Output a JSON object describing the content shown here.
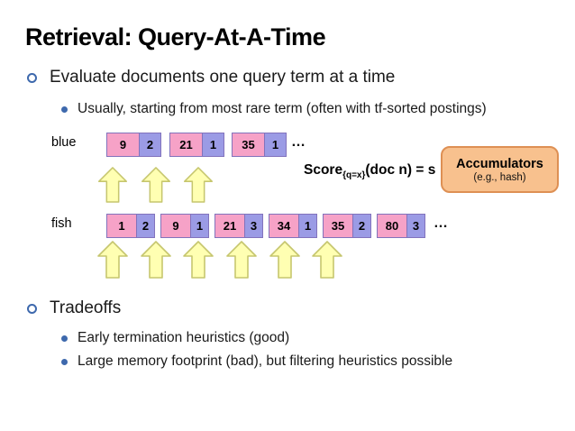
{
  "slide": {
    "title": "Retrieval: Query-At-A-Time",
    "bullets": {
      "evaluate": "Evaluate documents one query term at a time",
      "usually": "Usually, starting from most rare term (often with tf-sorted postings)",
      "tradeoffs": "Tradeoffs",
      "early": "Early termination heuristics (good)",
      "large": "Large memory footprint (bad), but filtering heuristics possible"
    }
  },
  "diagram": {
    "score_label": {
      "prefix": "Score",
      "subscript": "{q=x}",
      "suffix": "(doc n) = s"
    },
    "accumulators": {
      "title": "Accumulators",
      "subtitle": "(e.g., hash)"
    },
    "rows": [
      {
        "term": "blue",
        "ellipsis": "…",
        "pairs": [
          {
            "doc": "9",
            "tf": "2"
          },
          {
            "doc": "21",
            "tf": "1"
          },
          {
            "doc": "35",
            "tf": "1"
          }
        ]
      },
      {
        "term": "fish",
        "ellipsis": "…",
        "pairs": [
          {
            "doc": "1",
            "tf": "2"
          },
          {
            "doc": "9",
            "tf": "1"
          },
          {
            "doc": "21",
            "tf": "3"
          },
          {
            "doc": "34",
            "tf": "1"
          },
          {
            "doc": "35",
            "tf": "2"
          },
          {
            "doc": "80",
            "tf": "3"
          }
        ]
      }
    ],
    "colors": {
      "bullet_blue": "#3E69AD",
      "doc_cell": "#F6A2C7",
      "tf_cell": "#9B9BE5",
      "cell_border": "#8273BC",
      "arrow_fill": "#FFFFB2",
      "arrow_border": "#C6C66E",
      "accumulator_fill": "#F8C18E",
      "accumulator_border": "#DE9054"
    }
  }
}
